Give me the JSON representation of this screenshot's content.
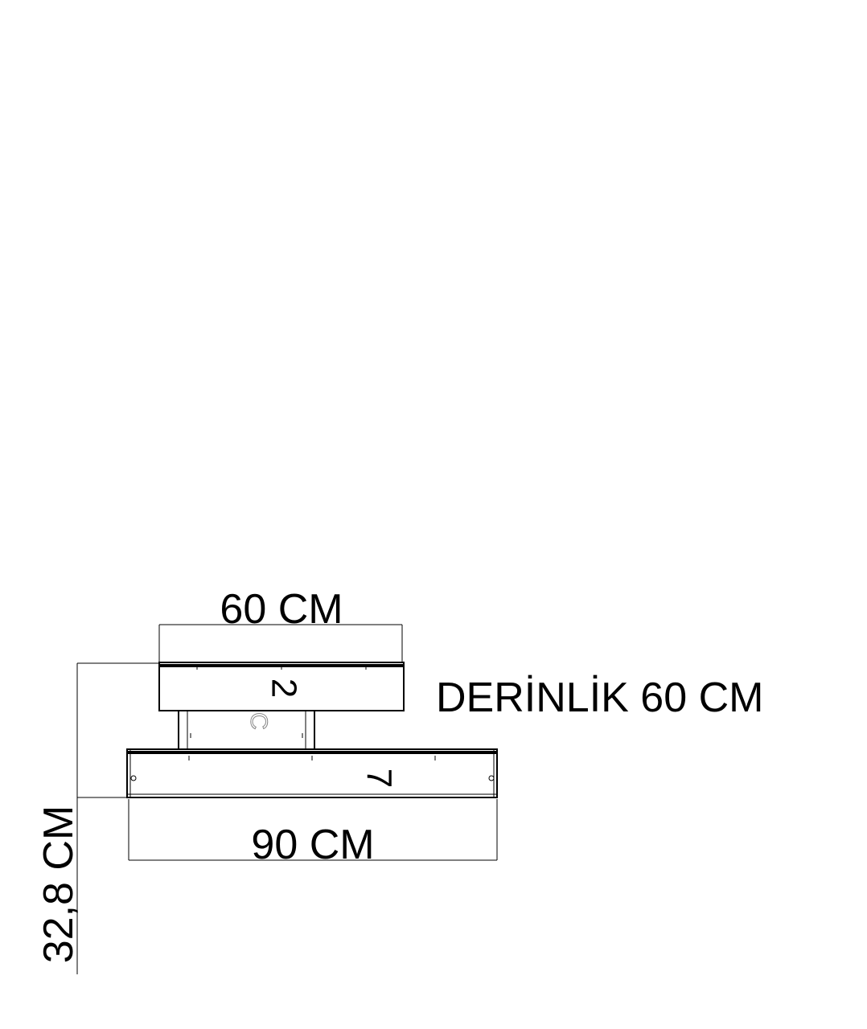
{
  "dimensions": {
    "top_width": "60 CM",
    "depth": "DERİNLİK 60 CM",
    "bottom_width": "90 CM",
    "height": "32,8 CM"
  },
  "part_labels": {
    "top_part": "2",
    "bottom_part": "7",
    "bracket_part": "C"
  },
  "colors": {
    "line": "#000000",
    "background": "#ffffff",
    "hardware": "#888888"
  }
}
